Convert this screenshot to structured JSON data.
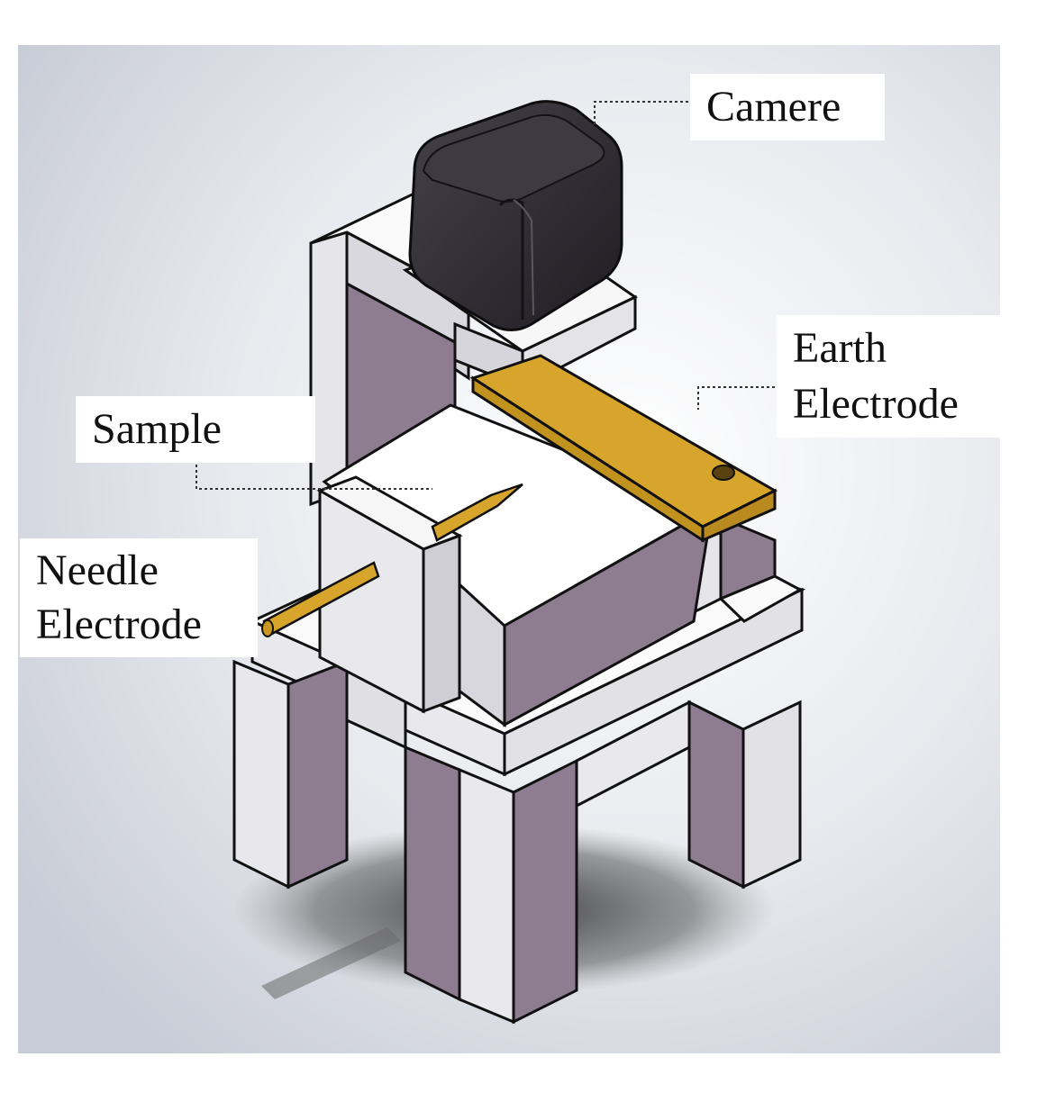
{
  "labels": {
    "camera": "Camere",
    "earth_line1": "Earth",
    "earth_line2": "Electrode",
    "sample": "Sample",
    "needle_line1": "Needle",
    "needle_line2": "Electrode"
  },
  "colors": {
    "frame_face": "#ededf0",
    "frame_top": "#fafafa",
    "frame_inner": "#8e7c90",
    "camera_body": "#2a272c",
    "electrode_gold": "#d7a52b",
    "sample_top": "#ffffff",
    "background_gray": "#c9cdd6"
  }
}
